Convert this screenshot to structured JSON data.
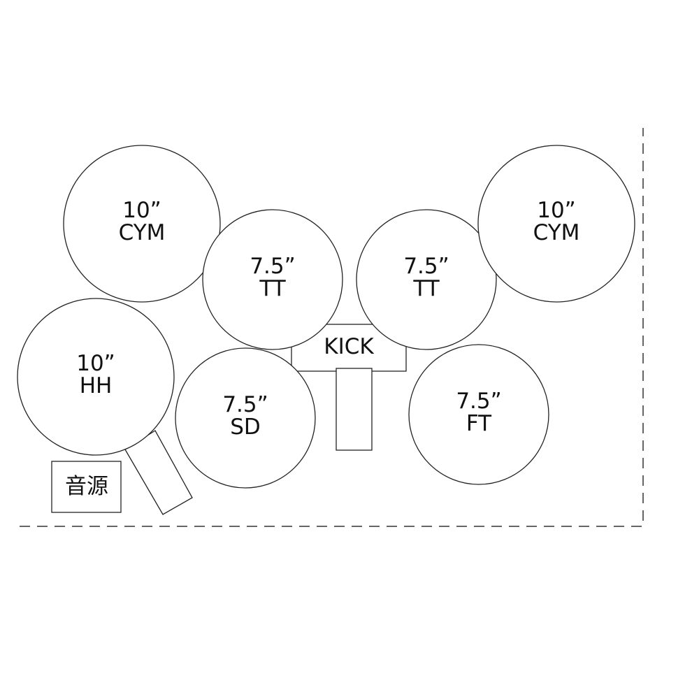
{
  "diagram": {
    "drums": [
      {
        "id": "cym-left",
        "size": "10”",
        "label": "CYM"
      },
      {
        "id": "tt-left",
        "size": "7.5”",
        "label": "TT"
      },
      {
        "id": "tt-right",
        "size": "7.5”",
        "label": "TT"
      },
      {
        "id": "cym-right",
        "size": "10”",
        "label": "CYM"
      },
      {
        "id": "hh",
        "size": "10”",
        "label": "HH"
      },
      {
        "id": "sd",
        "size": "7.5”",
        "label": "SD"
      },
      {
        "id": "ft",
        "size": "7.5”",
        "label": "FT"
      }
    ],
    "kick_label": "KICK",
    "module_label": "音源"
  }
}
